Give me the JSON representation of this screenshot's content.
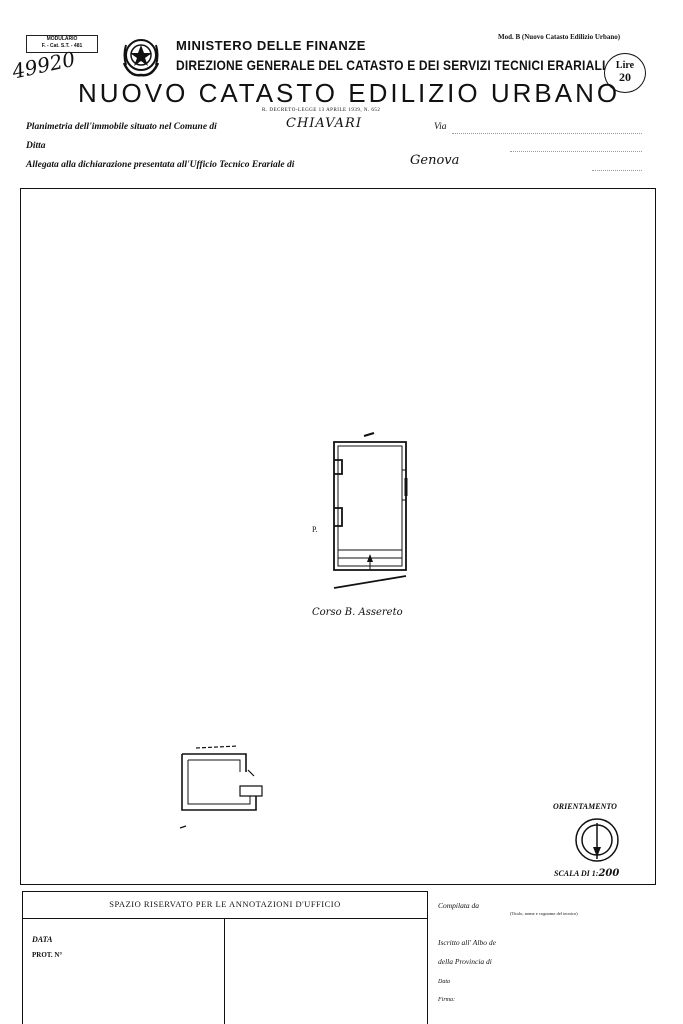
{
  "header": {
    "modulario_line1": "MODULARIO",
    "modulario_line2": "F. - Cat. S.T. - 481",
    "mod_b": "Mod. B (Nuovo Catasto Edilizio Urbano)",
    "ministero": "MINISTERO DELLE FINANZE",
    "direzione": "DIREZIONE GENERALE DEL CATASTO E DEI SERVIZI TECNICI ERARIALI",
    "title": "NUOVO CATASTO EDILIZIO URBANO",
    "decreto": "R. DECRETO-LEGGE 13 APRILE 1939, N. 652",
    "lire_label": "Lire",
    "lire_value": "20",
    "handwritten_number": "49920"
  },
  "form": {
    "planimetria_label": "Planimetria dell'immobile situato nel Comune di",
    "comune_value": "CHIAVARI",
    "via_label": "Via",
    "ditta_label": "Ditta",
    "allegata_label": "Allegata alla dichiarazione presentata all'Ufficio Tecnico Erariale di",
    "ufficio_value": "Genova"
  },
  "plan": {
    "street_label": "Corso B. Assereto",
    "letter_p": "P.",
    "orientamento_label": "ORIENTAMENTO",
    "scala_label": "SCALA DI 1:",
    "scala_value": "200"
  },
  "footer": {
    "office_title": "SPAZIO RISERVATO PER LE ANNOTAZIONI D'UFFICIO",
    "data_label": "DATA",
    "prot_label": "PROT. N°",
    "compilata_label": "Compilata da",
    "compilata_hint": "(Titolo, nome e cognome del tecnico)",
    "iscritto_label": "Iscritto all' Albo de",
    "provincia_label": "della Provincia di",
    "data2_label": "Data",
    "firma_label": "Firma:"
  }
}
